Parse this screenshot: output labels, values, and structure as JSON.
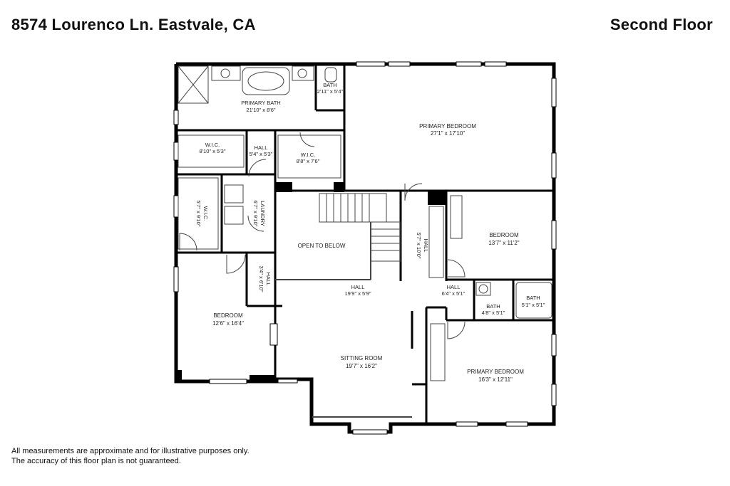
{
  "header": {
    "address": "8574 Lourenco Ln. Eastvale, CA",
    "floor_title": "Second Floor"
  },
  "rooms": {
    "primary_bath": {
      "name": "PRIMARY BATH",
      "dims": "21'10\" x 8'6\""
    },
    "bath_top": {
      "name": "BATH",
      "dims": "2'11\" x 5'4\""
    },
    "primary_bedroom_top": {
      "name": "PRIMARY BEDROOM",
      "dims": "27'1\" x 17'10\""
    },
    "wic_left_top": {
      "name": "W.I.C.",
      "dims": "8'10\" x 5'3\""
    },
    "hall_top": {
      "name": "HALL",
      "dims": "5'4\" x 5'3\""
    },
    "wic_right_top": {
      "name": "W.I.C.",
      "dims": "8'8\" x 7'6\""
    },
    "wic_left_side": {
      "name": "W.I.C.",
      "dims": "5'7\" x 9'10\""
    },
    "laundry": {
      "name": "LAUNDRY",
      "dims": "6'7\" x 9'10\""
    },
    "open_to_below": {
      "name": "OPEN TO BELOW"
    },
    "hall_stair": {
      "name": "HALL",
      "dims": "5'7\" x 10'0\""
    },
    "bedroom_right": {
      "name": "BEDROOM",
      "dims": "13'7\" x 11'2\""
    },
    "hall_small": {
      "name": "HALL",
      "dims": "3'4\" x 6'10\""
    },
    "hall_main": {
      "name": "HALL",
      "dims": "19'9\" x 5'9\""
    },
    "hall_right": {
      "name": "HALL",
      "dims": "6'4\" x 5'1\""
    },
    "bath_a": {
      "name": "BATH",
      "dims": "4'8\" x 5'1\""
    },
    "bath_b": {
      "name": "BATH",
      "dims": "5'1\" x 5'1\""
    },
    "bedroom_left": {
      "name": "BEDROOM",
      "dims": "12'6\" x 16'4\""
    },
    "sitting_room": {
      "name": "SITTING ROOM",
      "dims": "19'7\" x 16'2\""
    },
    "primary_bedroom_bottom": {
      "name": "PRIMARY BEDROOM",
      "dims": "16'3\" x 12'11\""
    }
  },
  "footer": {
    "line1": "All measurements are approximate and for illustrative purposes only.",
    "line2": "The accuracy of this floor plan is not guaranteed."
  }
}
